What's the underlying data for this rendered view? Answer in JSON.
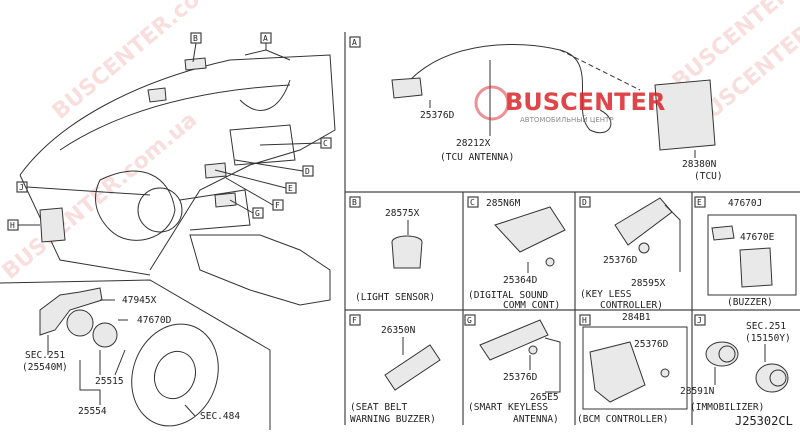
{
  "drawing_id": "J25302CL",
  "overview": {
    "callouts": [
      "B",
      "A",
      "C",
      "D",
      "E",
      "F",
      "G",
      "J",
      "H"
    ],
    "steering_parts": {
      "p1": "47945X",
      "p2": "47670D",
      "sec251": "SEC.251",
      "sec251_ref": "(25540M)",
      "p3": "25515",
      "p4": "25554",
      "sec484": "SEC.484"
    }
  },
  "panels": {
    "A": {
      "letter": "A",
      "bolt": "25376D",
      "antenna": "28212X",
      "antenna_name": "(TCU ANTENNA)",
      "tcu": "28380N",
      "tcu_name": "(TCU)"
    },
    "B": {
      "letter": "B",
      "part": "28575X",
      "name": "(LIGHT SENSOR)"
    },
    "C": {
      "letter": "C",
      "part": "285N6M",
      "bolt": "25364D",
      "name1": "(DIGITAL SOUND",
      "name2": "COMM CONT)"
    },
    "D": {
      "letter": "D",
      "bolt": "25376D",
      "part": "28595X",
      "name1": "(KEY LESS",
      "name2": "CONTROLLER)"
    },
    "E": {
      "letter": "E",
      "part": "47670J",
      "sub": "47670E",
      "name": "(BUZZER)"
    },
    "F": {
      "letter": "F",
      "part": "26350N",
      "name1": "(SEAT BELT",
      "name2": "WARNING BUZZER)"
    },
    "G": {
      "letter": "G",
      "bolt": "25376D",
      "part": "265E5",
      "name1": "(SMART KEYLESS",
      "name2": "ANTENNA)"
    },
    "H": {
      "letter": "H",
      "part": "284B1",
      "bolt": "25376D",
      "name": "(BCM CONTROLLER)"
    },
    "J": {
      "letter": "J",
      "sec": "SEC.251",
      "sec_ref": "(15150Y)",
      "part": "28591N",
      "name": "(IMMOBILIZER)"
    }
  },
  "watermark": {
    "text": "BUSCENTER",
    "site": "BUSCENTER.com.ua",
    "subtitle": "АВТОМОБИЛЬНЫЙ ЦЕНТР",
    "color": "#d9262b"
  }
}
